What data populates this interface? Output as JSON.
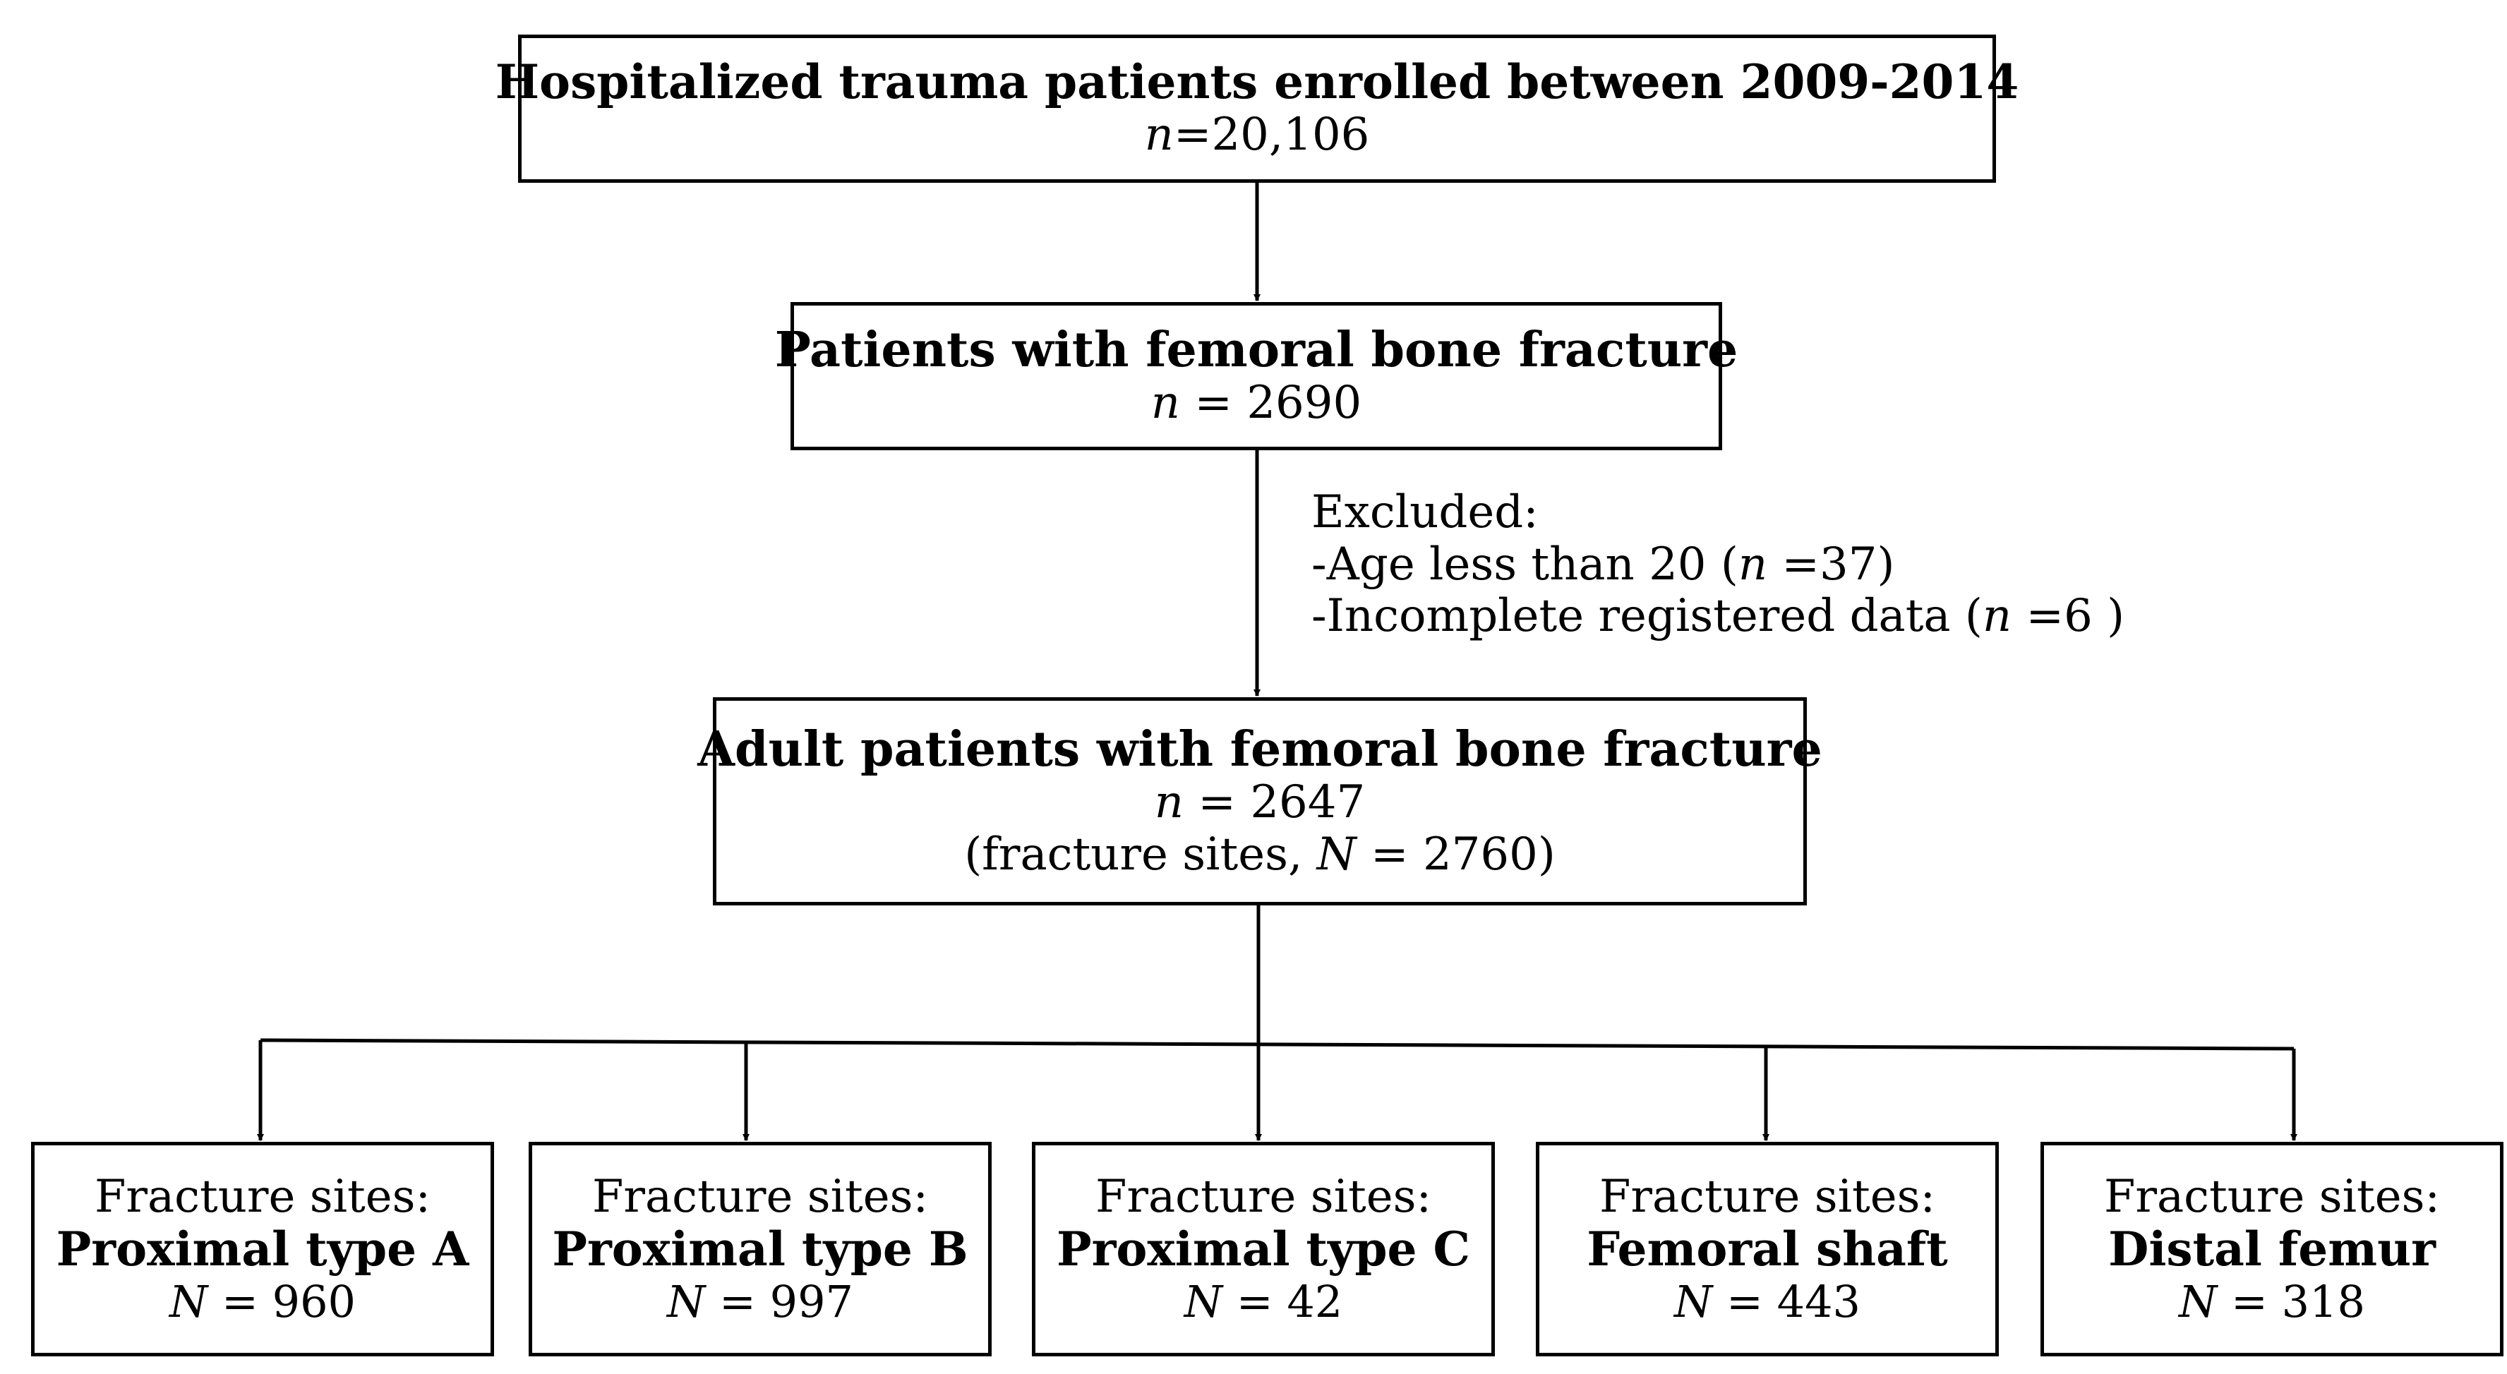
{
  "flowchart": {
    "enrolled": {
      "title": "Hospitalized trauma patients enrolled between 2009-2014",
      "stat_var": "n",
      "stat_value": "=20,106"
    },
    "femoral": {
      "title": "Patients with femoral bone fracture",
      "stat_var": "n",
      "stat_value": " = 2690"
    },
    "excluded": {
      "heading": "Excluded:",
      "items": [
        {
          "before": "-Age less than 20 (",
          "var": "n",
          "after": " =37)"
        },
        {
          "before": "-Incomplete registered data (",
          "var": "n",
          "after": " =6 )"
        }
      ]
    },
    "adult": {
      "title": "Adult patients with femoral bone fracture",
      "stat_var": "n",
      "stat_value": " = 2647",
      "sites_before": "(fracture sites, ",
      "sites_var": "N",
      "sites_after": " = 2760)"
    },
    "sites": [
      {
        "label": "Fracture sites:",
        "name": "Proximal type A",
        "stat_var": "N",
        "stat_value": " = 960"
      },
      {
        "label": "Fracture sites:",
        "name": "Proximal type B",
        "stat_var": "N",
        "stat_value": " = 997"
      },
      {
        "label": "Fracture sites:",
        "name": "Proximal type C",
        "stat_var": "N",
        "stat_value": " = 42"
      },
      {
        "label": "Fracture sites:",
        "name": "Femoral shaft",
        "stat_var": "N",
        "stat_value": " = 443"
      },
      {
        "label": "Fracture sites:",
        "name": "Distal femur",
        "stat_var": "N",
        "stat_value": " = 318"
      }
    ]
  }
}
